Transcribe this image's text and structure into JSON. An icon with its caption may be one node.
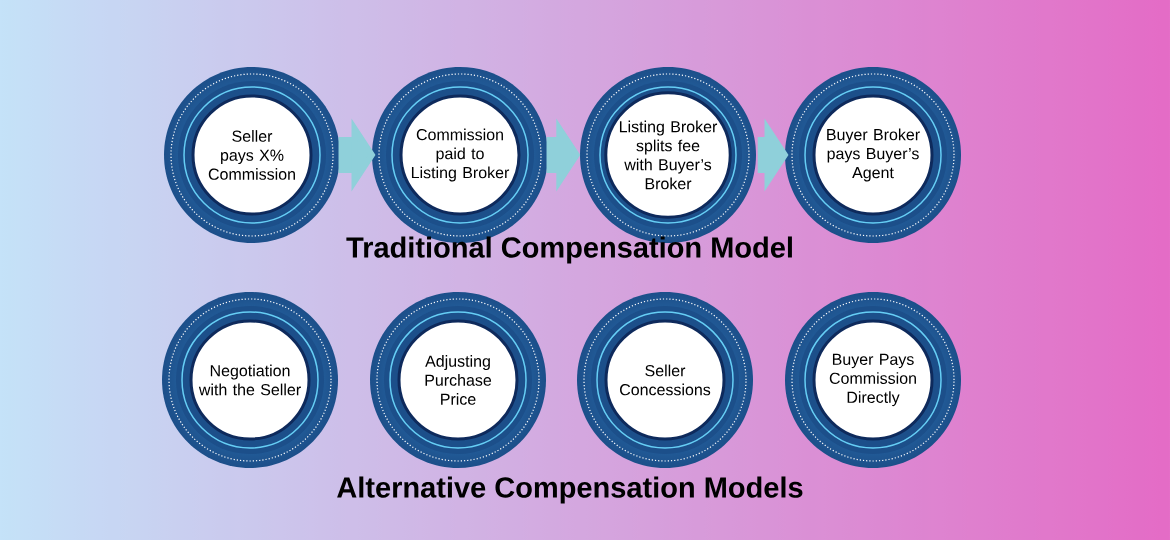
{
  "diagram": {
    "nodes": [
      {
        "text": [
          "Seller pays X% Commission"
        ]
      },
      {
        "text": [
          "Commission paid to Listing Broker"
        ]
      },
      {
        "text": [
          "Listing Broker splits fee with Buyer’s Broker"
        ]
      },
      {
        "text": [
          "Buyer Broker pays Buyer’s Agent"
        ]
      },
      {
        "text": [
          "Negotiation with the Seller"
        ]
      },
      {
        "text": [
          "Adjusting Purchase Price"
        ]
      },
      {
        "text": [
          "Seller Concessions"
        ]
      },
      {
        "text": [
          "Buyer Pays Commission Directly"
        ]
      }
    ],
    "edges": [
      {
        "from": 0,
        "to": 1,
        "arrow": "to"
      },
      {
        "from": 1,
        "to": 2,
        "arrow": "to"
      },
      {
        "from": 2,
        "to": 3,
        "arrow": "to"
      }
    ],
    "labels": [
      "Traditional Compensation Model",
      "Alternative Compensation Models"
    ]
  }
}
